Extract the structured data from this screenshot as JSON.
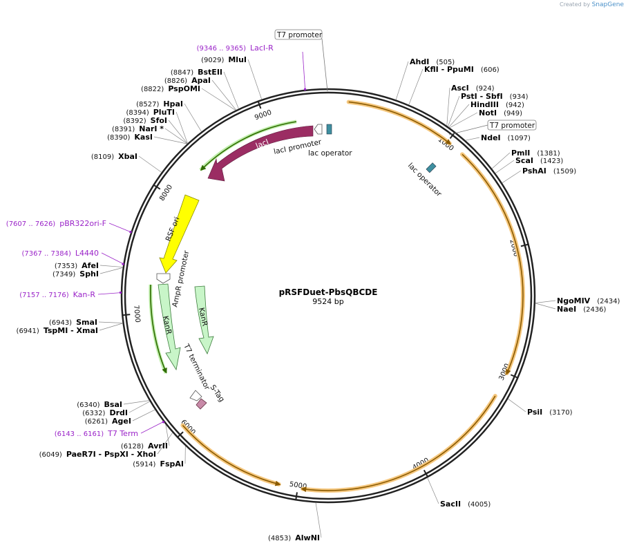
{
  "watermark": {
    "created_by": "Created by",
    "brand": "SnapGene"
  },
  "plasmid": {
    "name": "pRSFDuet-PbsQBCDE",
    "length": "9524 bp"
  },
  "ticks": [
    {
      "label": "1000",
      "pos": 1000
    },
    {
      "label": "2000",
      "pos": 2000
    },
    {
      "label": "3000",
      "pos": 3000
    },
    {
      "label": "4000",
      "pos": 4000
    },
    {
      "label": "5000",
      "pos": 5000
    },
    {
      "label": "6000",
      "pos": 6000
    },
    {
      "label": "7000",
      "pos": 7000
    },
    {
      "label": "8000",
      "pos": 8000
    },
    {
      "label": "9000",
      "pos": 9000
    }
  ],
  "enzymes": [
    {
      "pos": 505,
      "num": "(505)",
      "name": "AhdI"
    },
    {
      "pos": 606,
      "num": "(606)",
      "name": "KflI  - PpuMI"
    },
    {
      "pos": 924,
      "num": "(924)",
      "name": "AscI"
    },
    {
      "pos": 934,
      "num": "(934)",
      "name": "PstI  - SbfI"
    },
    {
      "pos": 942,
      "num": "(942)",
      "name": "HindIII"
    },
    {
      "pos": 949,
      "num": "(949)",
      "name": "NotI"
    },
    {
      "pos": 1097,
      "num": "(1097)",
      "name": "NdeI"
    },
    {
      "pos": 1381,
      "num": "(1381)",
      "name": "PmlI"
    },
    {
      "pos": 1423,
      "num": "(1423)",
      "name": "ScaI"
    },
    {
      "pos": 1509,
      "num": "(1509)",
      "name": "PshAI"
    },
    {
      "pos": 2434,
      "num": "(2434)",
      "name": "NgoMIV"
    },
    {
      "pos": 2436,
      "num": "(2436)",
      "name": "NaeI"
    },
    {
      "pos": 3170,
      "num": "(3170)",
      "name": "PsiI"
    },
    {
      "pos": 4005,
      "num": "(4005)",
      "name": "SacII"
    },
    {
      "pos": 4853,
      "num": "(4853)",
      "name": "AlwNI"
    },
    {
      "pos": 5914,
      "num": "(5914)",
      "name": "FspAI"
    },
    {
      "pos": 6049,
      "num": "(6049)",
      "name": "PaeR7I  - PspXI  - XhoI"
    },
    {
      "pos": 6128,
      "num": "(6128)",
      "name": "AvrII"
    },
    {
      "pos": 6261,
      "num": "(6261)",
      "name": "AgeI"
    },
    {
      "pos": 6332,
      "num": "(6332)",
      "name": "DrdI"
    },
    {
      "pos": 6340,
      "num": "(6340)",
      "name": "BsaI"
    },
    {
      "pos": 6941,
      "num": "(6941)",
      "name": "TspMI  - XmaI"
    },
    {
      "pos": 6943,
      "num": "(6943)",
      "name": "SmaI"
    },
    {
      "pos": 7349,
      "num": "(7349)",
      "name": "SphI"
    },
    {
      "pos": 7353,
      "num": "(7353)",
      "name": "AfeI"
    },
    {
      "pos": 8109,
      "num": "(8109)",
      "name": "XbaI"
    },
    {
      "pos": 8390,
      "num": "(8390)",
      "name": "KasI"
    },
    {
      "pos": 8391,
      "num": "(8391)",
      "name": "NarI *"
    },
    {
      "pos": 8392,
      "num": "(8392)",
      "name": "SfoI"
    },
    {
      "pos": 8394,
      "num": "(8394)",
      "name": "PluTI"
    },
    {
      "pos": 8527,
      "num": "(8527)",
      "name": "HpaI"
    },
    {
      "pos": 8822,
      "num": "(8822)",
      "name": "PspOMI"
    },
    {
      "pos": 8826,
      "num": "(8826)",
      "name": "ApaI"
    },
    {
      "pos": 8847,
      "num": "(8847)",
      "name": "BstEII"
    },
    {
      "pos": 9029,
      "num": "(9029)",
      "name": "MluI"
    }
  ],
  "primers": [
    {
      "pos": 9355,
      "num": "(9346 .. 9365)",
      "name": "LacI-R"
    },
    {
      "pos": 7616,
      "num": "(7607 .. 7626)",
      "name": "pBR322ori-F"
    },
    {
      "pos": 7375,
      "num": "(7367 .. 7384)",
      "name": "L4440"
    },
    {
      "pos": 7166,
      "num": "(7157 .. 7176)",
      "name": "Kan-R"
    },
    {
      "pos": 6152,
      "num": "(6143 .. 6161)",
      "name": "T7 Term"
    }
  ],
  "boxed_labels": [
    {
      "text": "T7 promoter",
      "pos": 0
    },
    {
      "text": "T7 promoter",
      "pos": 1050
    }
  ],
  "features": {
    "laci": "lacI",
    "laci_promoter": "lacI promoter",
    "lac_operator_1": "lac operator",
    "lac_operator_2": "lac operator",
    "rsf_ori": "RSF ori",
    "ampr_promoter": "AmpR promoter",
    "kanr_1": "KanR",
    "kanr_2": "KanR",
    "t7_terminator": "T7 terminator",
    "s_tag": "S-Tag"
  },
  "colors": {
    "laci": "#9b2d63",
    "rsf_ori": "#ffff00",
    "kanr": "#c8f5c8",
    "orf_halo": "#f5c77e",
    "orf_line": "#8a5a00",
    "primer": "#9a23c8",
    "operator": "#3e8fa0",
    "stag": "#c88aa8"
  }
}
